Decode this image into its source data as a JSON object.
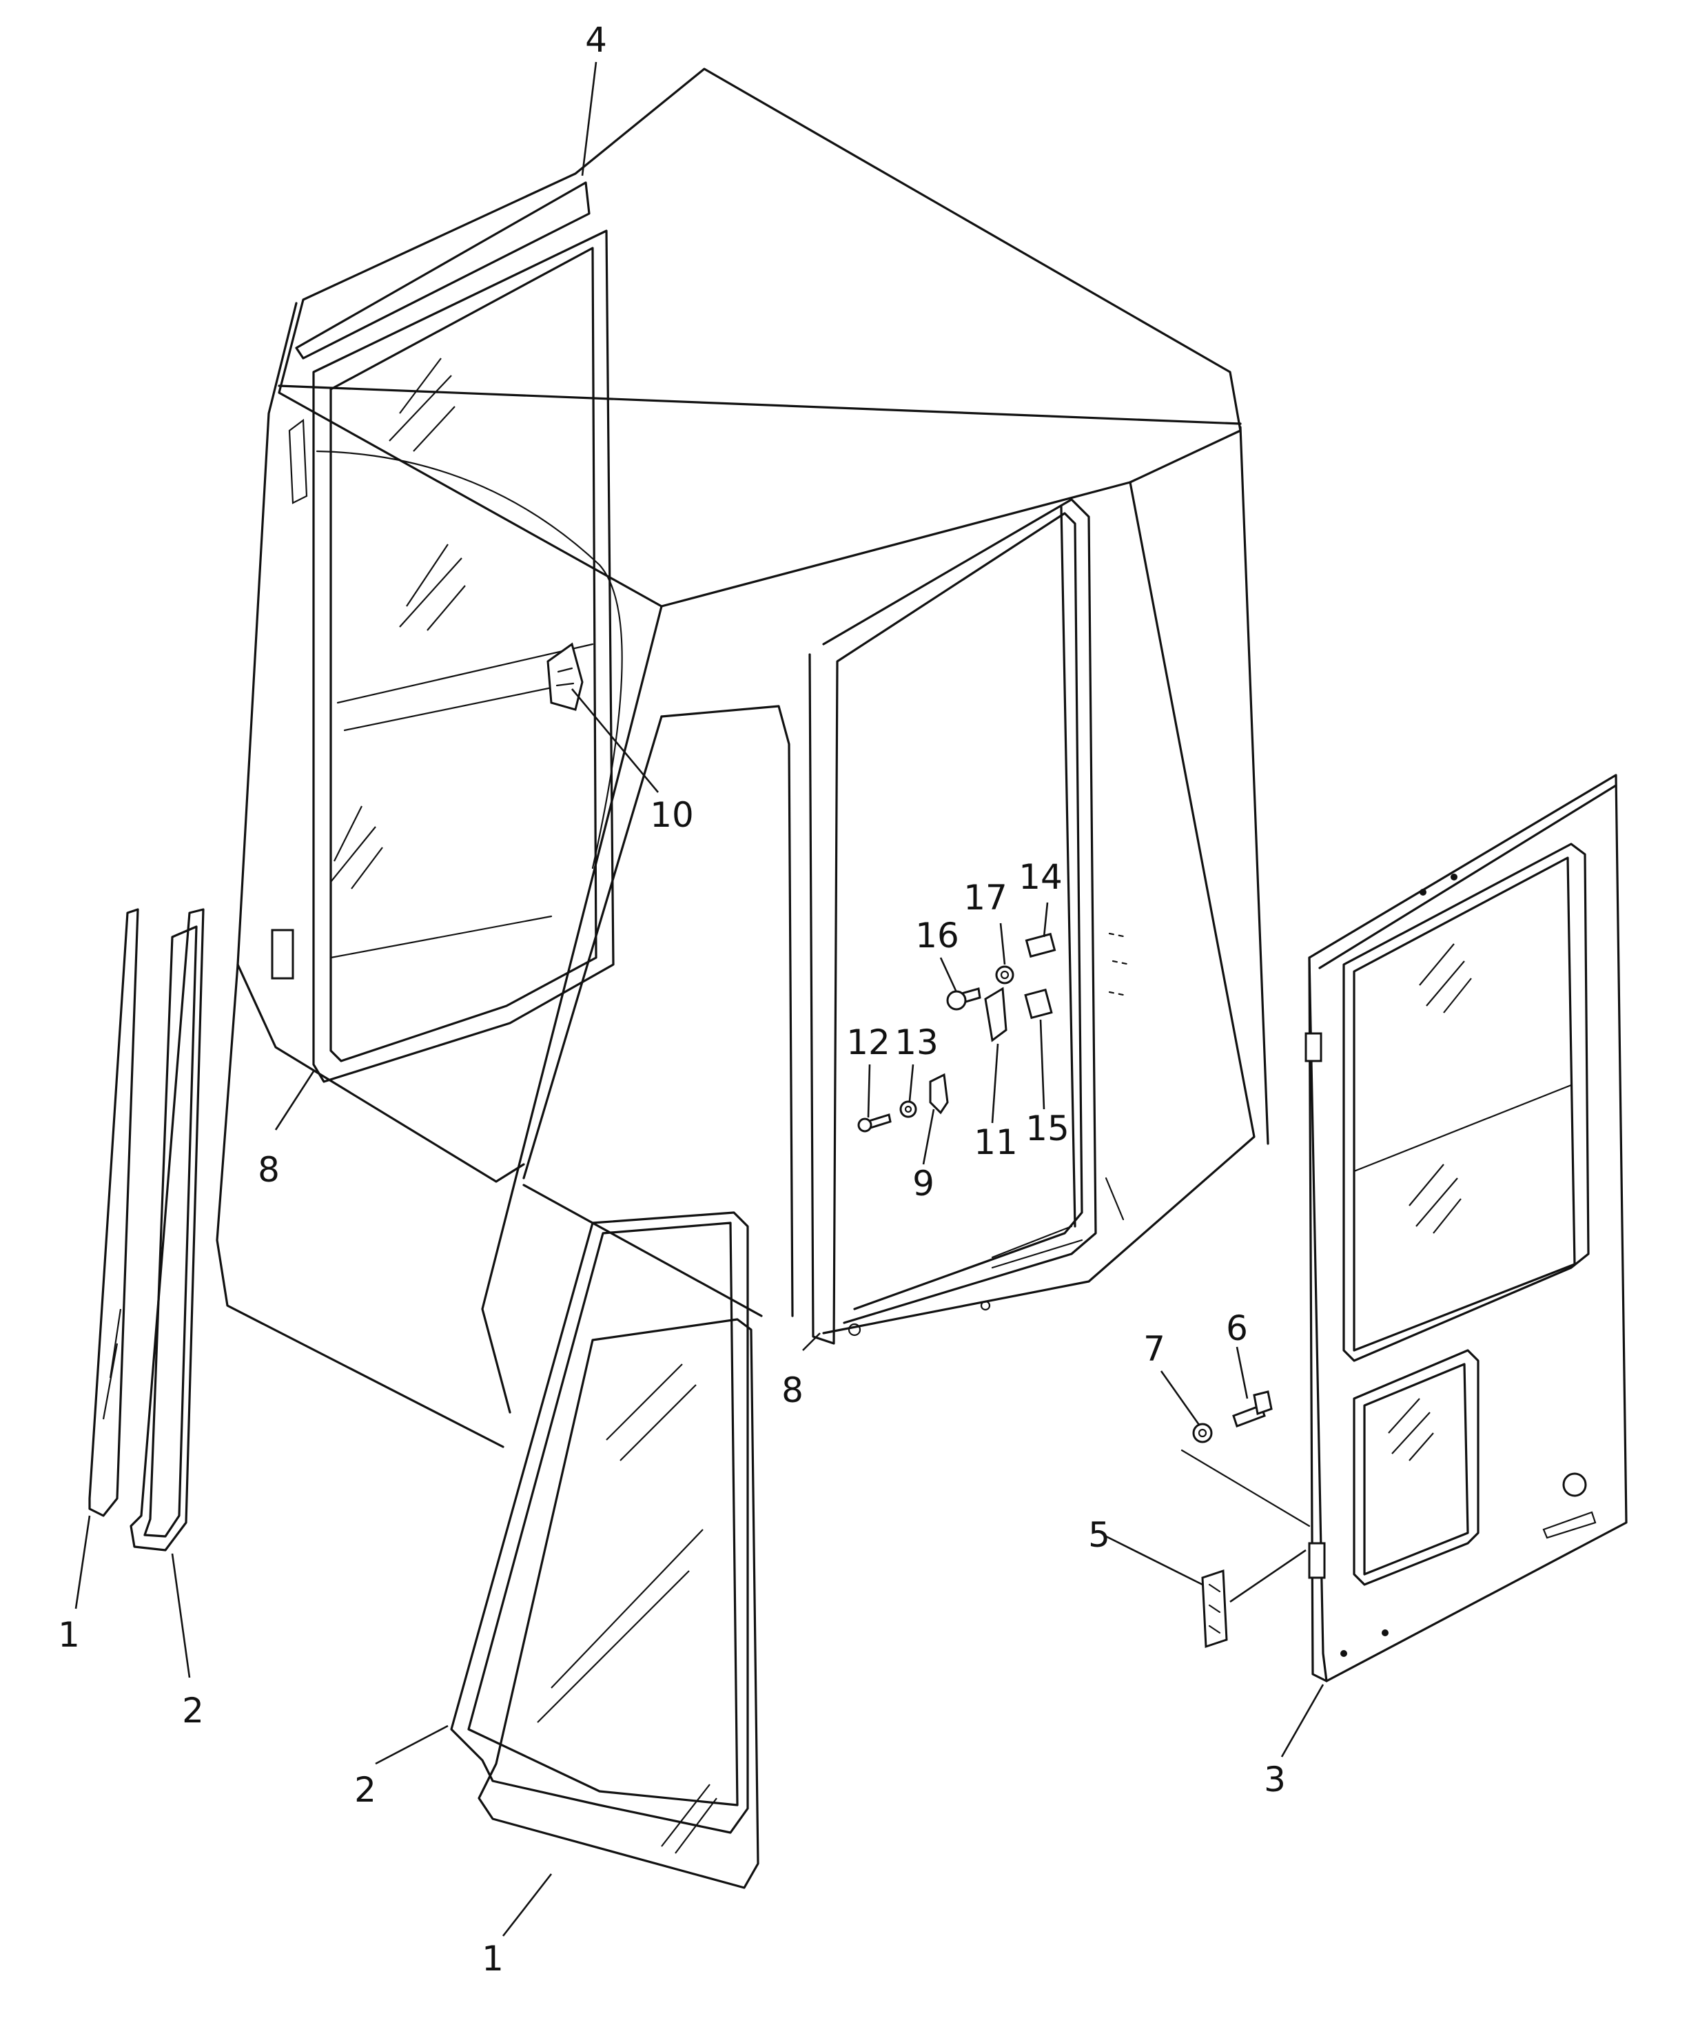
{
  "callouts": [
    {
      "id": "c4",
      "text": "4"
    },
    {
      "id": "c10",
      "text": "10"
    },
    {
      "id": "c8a",
      "text": "8"
    },
    {
      "id": "c8b",
      "text": "8"
    },
    {
      "id": "c14",
      "text": "14"
    },
    {
      "id": "c17",
      "text": "17"
    },
    {
      "id": "c16",
      "text": "16"
    },
    {
      "id": "c13",
      "text": "13"
    },
    {
      "id": "c12",
      "text": "12"
    },
    {
      "id": "c9",
      "text": "9"
    },
    {
      "id": "c11",
      "text": "11"
    },
    {
      "id": "c15",
      "text": "15"
    },
    {
      "id": "c6",
      "text": "6"
    },
    {
      "id": "c7",
      "text": "7"
    },
    {
      "id": "c5",
      "text": "5"
    },
    {
      "id": "c3",
      "text": "3"
    },
    {
      "id": "c1a",
      "text": "1"
    },
    {
      "id": "c2a",
      "text": "2"
    },
    {
      "id": "c2b",
      "text": "2"
    },
    {
      "id": "c1b",
      "text": "1"
    }
  ]
}
